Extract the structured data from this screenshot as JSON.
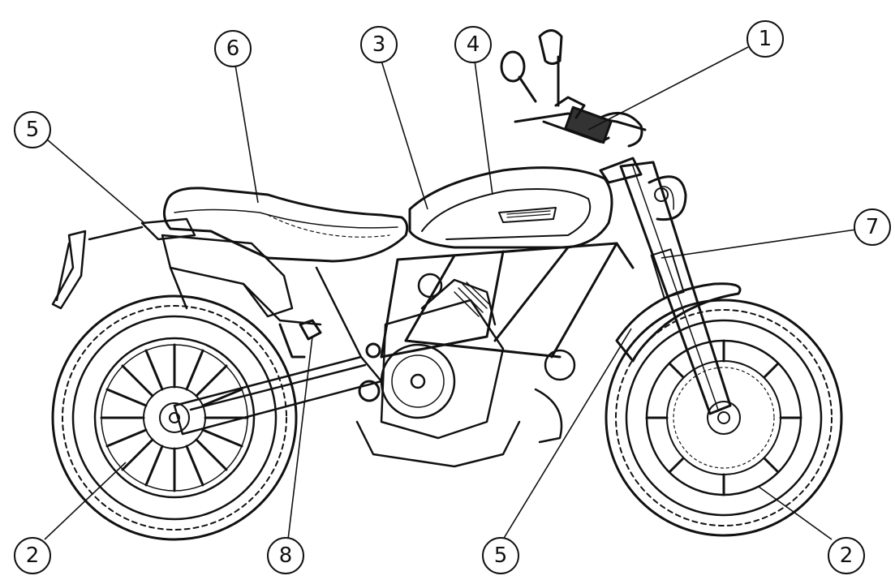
{
  "callouts": [
    {
      "id": "c1",
      "label": "1"
    },
    {
      "id": "c2a",
      "label": "2"
    },
    {
      "id": "c2b",
      "label": "2"
    },
    {
      "id": "c3",
      "label": "3"
    },
    {
      "id": "c4",
      "label": "4"
    },
    {
      "id": "c5a",
      "label": "5"
    },
    {
      "id": "c5b",
      "label": "5"
    },
    {
      "id": "c6",
      "label": "6"
    },
    {
      "id": "c7",
      "label": "7"
    },
    {
      "id": "c8",
      "label": "8"
    }
  ]
}
